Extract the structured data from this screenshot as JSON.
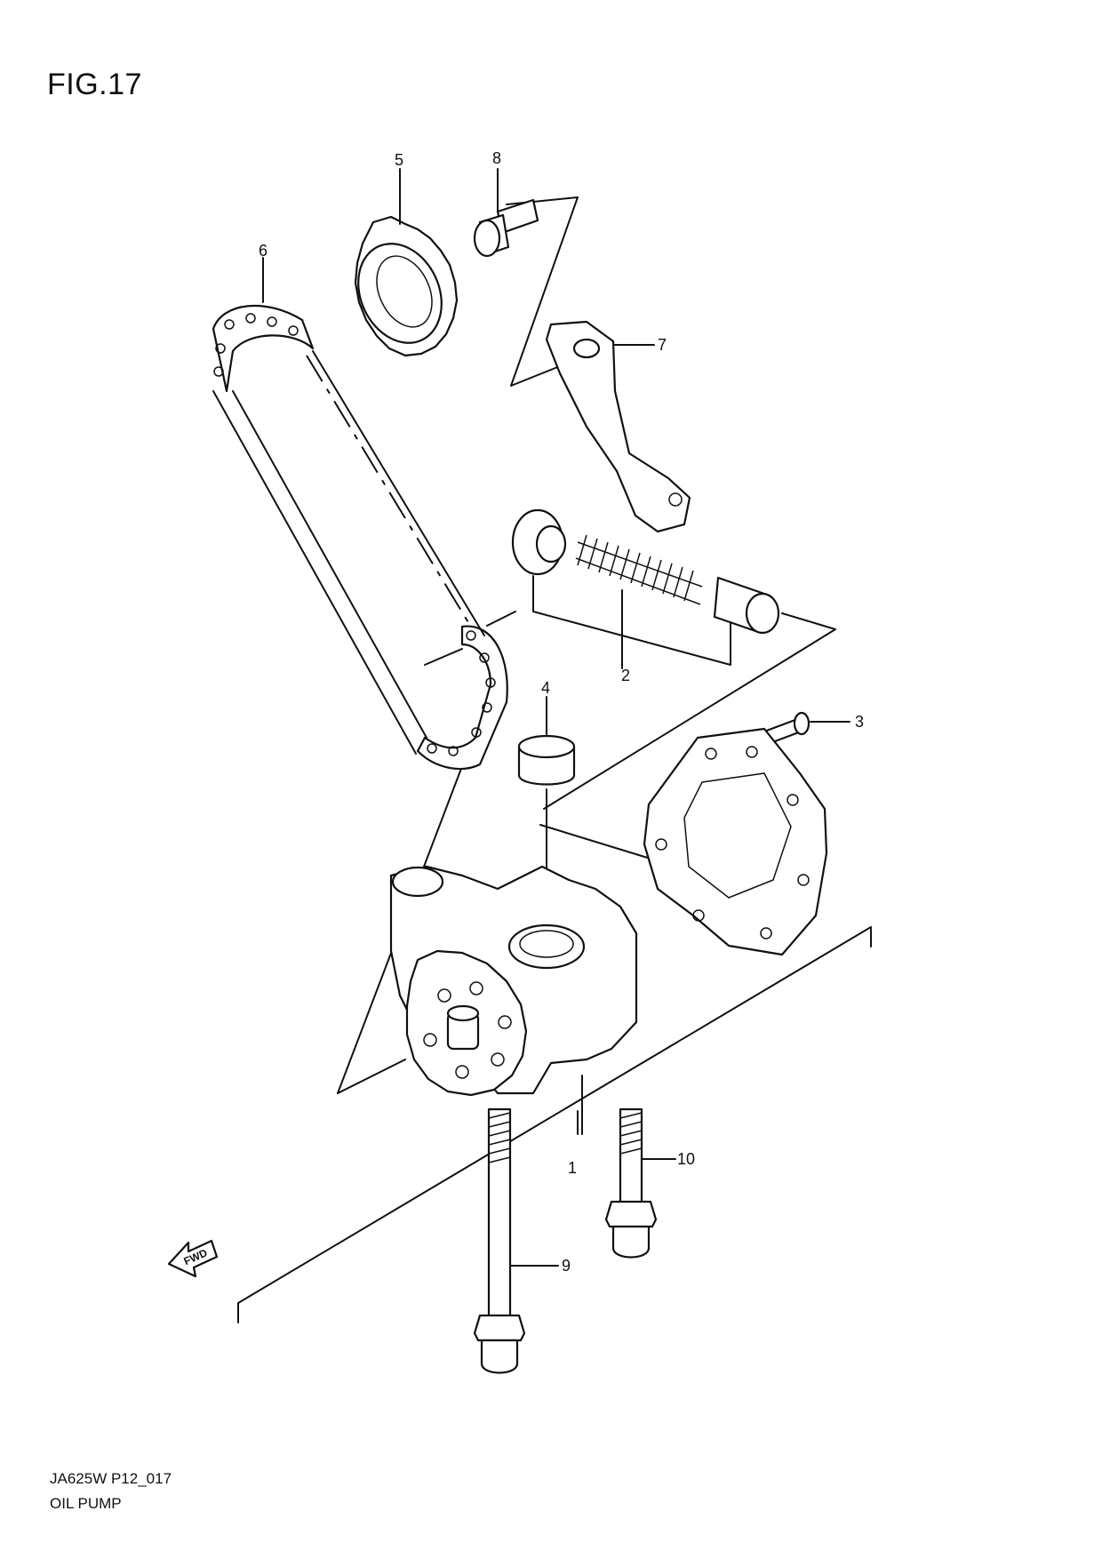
{
  "figure": {
    "title": "FIG.17"
  },
  "footer": {
    "code": "JA625W P12_017",
    "name": "OIL PUMP"
  },
  "forward_arrow": {
    "label": "FWD"
  },
  "callouts": [
    {
      "id": "1",
      "label": "1"
    },
    {
      "id": "2",
      "label": "2"
    },
    {
      "id": "3",
      "label": "3"
    },
    {
      "id": "4",
      "label": "4"
    },
    {
      "id": "5",
      "label": "5"
    },
    {
      "id": "6",
      "label": "6"
    },
    {
      "id": "7",
      "label": "7"
    },
    {
      "id": "8",
      "label": "8"
    },
    {
      "id": "9",
      "label": "9"
    },
    {
      "id": "10",
      "label": "10"
    }
  ]
}
